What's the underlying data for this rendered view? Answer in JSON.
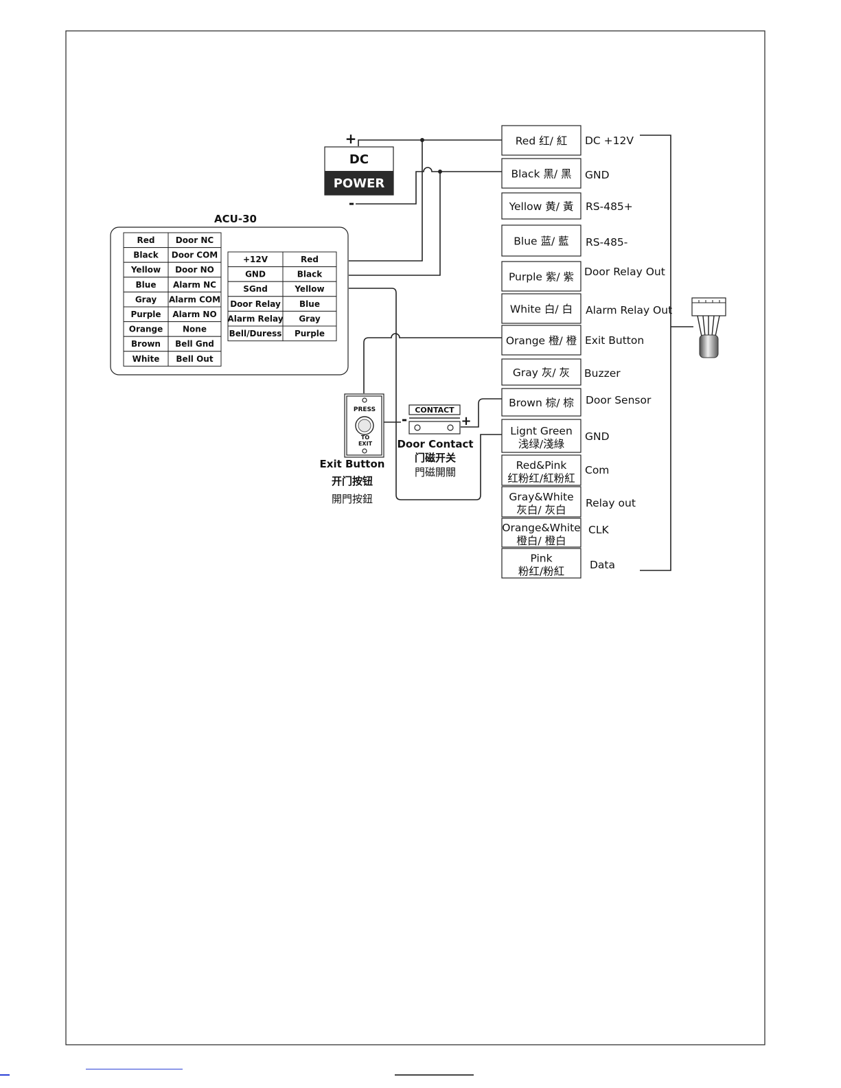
{
  "power": {
    "top": "DC",
    "bottom": "POWER",
    "plus": "+",
    "minus": "-"
  },
  "acu": {
    "title": "ACU-30",
    "left_table": [
      [
        "Red",
        "Door NC"
      ],
      [
        "Black",
        "Door COM"
      ],
      [
        "Yellow",
        "Door NO"
      ],
      [
        "Blue",
        "Alarm NC"
      ],
      [
        "Gray",
        "Alarm COM"
      ],
      [
        "Purple",
        "Alarm NO"
      ],
      [
        "Orange",
        "None"
      ],
      [
        "Brown",
        "Bell Gnd"
      ],
      [
        "White",
        "Bell Out"
      ]
    ],
    "right_table": [
      [
        "+12V",
        "Red"
      ],
      [
        "GND",
        "Black"
      ],
      [
        "SGnd",
        "Yellow"
      ],
      [
        "Door Relay",
        "Blue"
      ],
      [
        "Alarm Relay",
        "Gray"
      ],
      [
        "Bell/Duress",
        "Purple"
      ]
    ]
  },
  "exit_button": {
    "face_top": "PRESS",
    "face_to": "TO",
    "face_exit": "EXIT",
    "label_en": "Exit Button",
    "label_cn": "开门按钮",
    "label_tw": "開門按鈕"
  },
  "door_contact": {
    "tag": "CONTACT",
    "minus": "-",
    "plus": "+",
    "label_en": "Door Contact",
    "label_cn": "门磁开关",
    "label_tw": "門磁開關"
  },
  "wires": [
    {
      "color": "Red 红/ 紅",
      "function": "DC +12V"
    },
    {
      "color": "Black 黑/ 黑",
      "function": "GND"
    },
    {
      "color": "Yellow 黄/ 黃",
      "function": "RS-485+"
    },
    {
      "color": "Blue 蓝/ 藍",
      "function": "RS-485-"
    },
    {
      "color": "Purple 紫/ 紫",
      "function": "Door Relay Out"
    },
    {
      "color": "White 白/ 白",
      "function": "Alarm Relay Out"
    },
    {
      "color": "Orange 橙/ 橙",
      "function": "Exit Button"
    },
    {
      "color": "Gray 灰/ 灰",
      "function": "Buzzer"
    },
    {
      "color": "Brown 棕/ 棕",
      "function": "Door Sensor"
    },
    {
      "color": "Lignt Green",
      "color2": "浅绿/淺綠",
      "function": "GND"
    },
    {
      "color": "Red&Pink",
      "color2": "红粉红/紅粉紅",
      "function": "Com"
    },
    {
      "color": "Gray&White",
      "color2": "灰白/ 灰白",
      "function": "Relay out"
    },
    {
      "color": "Orange&White",
      "color2": "橙白/ 橙白",
      "function": "CLK"
    },
    {
      "color": "Pink",
      "color2": "粉红/粉紅",
      "function": "Data"
    }
  ],
  "colors": {
    "line": "#222222",
    "power_band": "#2b2b2b",
    "footer_link": "#2a3fd6"
  }
}
